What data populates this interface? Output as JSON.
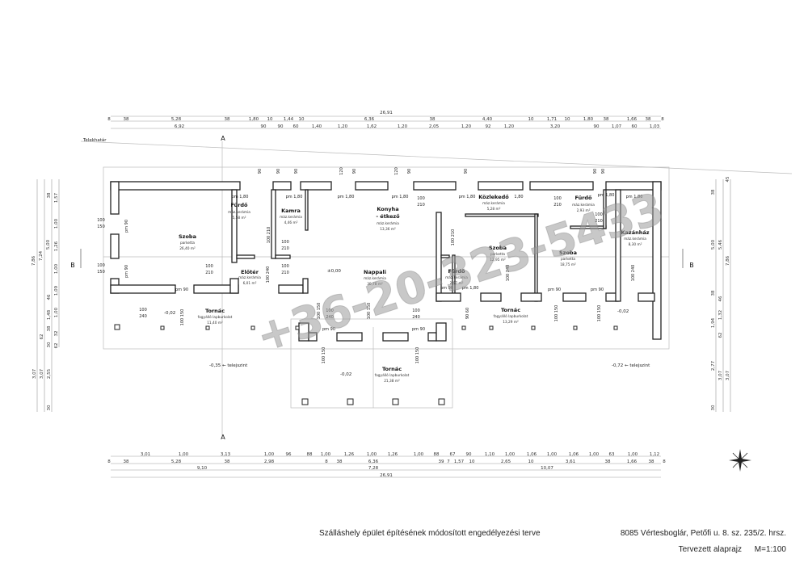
{
  "plot_label": "Telekhatár",
  "sections": {
    "a_top": "A",
    "a_bottom": "A",
    "b_left": "B",
    "b_right": "B"
  },
  "rooms": [
    {
      "name": "Szoba",
      "finish": "parketta",
      "area": "26,40 m²"
    },
    {
      "name": "Fürdő",
      "finish": "máz.kerámia",
      "area": "5,58 m²"
    },
    {
      "name": "Kamra",
      "finish": "máz.kerámia",
      "area": "4,46 m²"
    },
    {
      "name": "Előtér",
      "finish": "máz.kerámia",
      "area": "6,01 m²"
    },
    {
      "name": "Tornác",
      "finish": "fagyálló lapburkolat",
      "area": "11,40 m²"
    },
    {
      "name": "Konyha",
      "name2": "- étkező",
      "finish": "máz.kerámia",
      "area": "13,36 m²"
    },
    {
      "name": "Nappali",
      "finish": "máz.kerámia",
      "area": "30,78 m²"
    },
    {
      "name": "Közlekedő",
      "finish": "máz.kerámia",
      "area": "5,28 m²"
    },
    {
      "name": "Szoba",
      "finish": "parketta",
      "area": "12,95 m²"
    },
    {
      "name": "Fürdő",
      "finish": "máz.kerámia",
      "area": "2,97 m²"
    },
    {
      "name": "Szoba",
      "finish": "parketta",
      "area": "18,75 m²"
    },
    {
      "name": "Fürdő",
      "finish": "máz.kerámia",
      "area": "2,93 m²"
    },
    {
      "name": "Kazánház",
      "finish": "máz.kerámia",
      "area": "8,30 m²"
    },
    {
      "name": "Tornác",
      "finish": "fagyálló lapburkolat",
      "area": "13,29 m²"
    },
    {
      "name": "Tornác",
      "finish": "fagyálló lapburkolat",
      "area": "21,38 m²"
    }
  ],
  "levels": [
    "±0,00",
    "-0,02",
    "-0,35 ← telejszint",
    "-0,02",
    "-0,02",
    "-0,72 ← telejszint"
  ],
  "openings": [
    "pm 1,80",
    "pm 1,80",
    "pm 1,80",
    "pm 1,80",
    "pm 1,80",
    "1,80",
    "pm 1,80",
    "pm 1,80",
    "pm 1,80",
    "pm 90",
    "pm 90",
    "pm 90",
    "pm 90",
    "pm 90",
    "pm 90",
    "100",
    "150",
    "100",
    "150",
    "100",
    "210",
    "100",
    "210",
    "100",
    "210",
    "100",
    "210",
    "100",
    "210",
    "100",
    "210",
    "100",
    "240",
    "100",
    "240",
    "100",
    "240"
  ],
  "openings_rotated": [
    "pm 90",
    "pm 90",
    "100 210",
    "100 240",
    "100 150",
    "100 210",
    "100 240",
    "100 240",
    "100 150",
    "90 60",
    "100 150",
    "100 150",
    "100 150",
    "100 150",
    "100 150",
    "90",
    "90",
    "90",
    "120",
    "90",
    "120",
    "90",
    "90",
    "90",
    "90"
  ],
  "dimensions": {
    "top_total": "26,91",
    "top_row1": [
      "8",
      "38",
      "5,28",
      "38",
      "1,80",
      "10",
      "1,44",
      "10",
      "6,36",
      "38",
      "4,40",
      "10",
      "1,71",
      "10",
      "1,80",
      "38",
      "1,66",
      "38",
      "8"
    ],
    "top_row2": [
      "6,92",
      "90",
      "90",
      "60",
      "1,40",
      "1,20",
      "1,62",
      "1,20",
      "2,05",
      "1,20",
      "92",
      "1,20",
      "3,20",
      "90",
      "1,07",
      "60",
      "1,03"
    ],
    "bottom_row1": [
      "3,01",
      "1,00",
      "3,13",
      "1,00",
      "96",
      "88",
      "1,00",
      "1,26",
      "1,00",
      "1,26",
      "1,00",
      "88",
      "67",
      "90",
      "1,10",
      "1,00",
      "1,06",
      "1,00",
      "1,06",
      "1,00",
      "63",
      "1,00",
      "1,12"
    ],
    "bottom_row2": [
      "8",
      "38",
      "5,28",
      "38",
      "2,98",
      "8",
      "38",
      "6,36",
      "39",
      "7",
      "1,57",
      "10",
      "2,65",
      "10",
      "3,61",
      "38",
      "1,66",
      "38",
      "8"
    ],
    "bottom_row3": [
      "9,10",
      "7,28",
      "10,07"
    ],
    "bottom_total": "26,91",
    "left": [
      "7,86",
      "7,24",
      "5,00",
      "38",
      "1,57",
      "1,00",
      "1,26",
      "1,00",
      "1,09",
      "46",
      "1,48",
      "1,00",
      "62",
      "38",
      "32",
      "30",
      "62",
      "3,07",
      "3,07",
      "2,55",
      "30"
    ],
    "right": [
      "38",
      "5,00",
      "5,46",
      "7,86",
      "38",
      "46",
      "1,94",
      "1,32",
      "62",
      "2,77",
      "3,07",
      "3,07",
      "30",
      "45"
    ]
  },
  "watermark": "+36-20-323-5433",
  "title_block": {
    "project": "Szálláshely épület építésének módosított engedélyezési terve",
    "address": "8085 Vértesboglár, Petőfi u. 8. sz. 235/2. hrsz.",
    "sheet": "Tervezett alaprajz",
    "scale": "M=1:100"
  }
}
